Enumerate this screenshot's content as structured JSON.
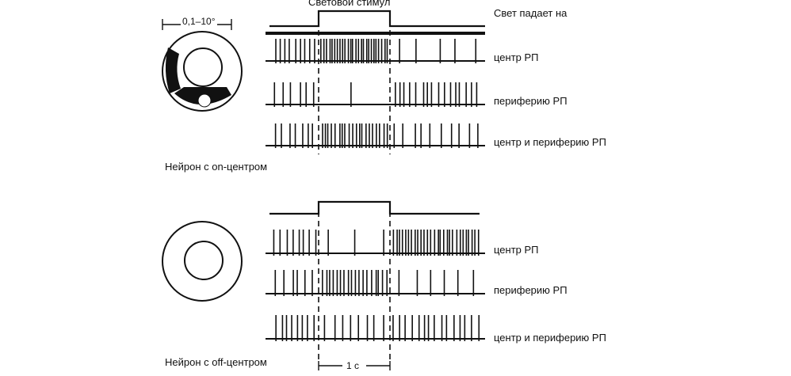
{
  "figure": {
    "stimulus_label": "Световой стимул",
    "light_falls_on": "Свет падает на",
    "field_size": "0,1–10°",
    "time_scale": "1 с",
    "panels": [
      {
        "id": "on",
        "neuron_label": "Нейрон с on-центром",
        "rows": [
          {
            "label": "центр РП",
            "spikes": {
              "pre": 9,
              "stim": 26,
              "post": 5
            }
          },
          {
            "label": "периферию РП",
            "spikes": {
              "pre": 6,
              "stim": 1,
              "post": 16
            }
          },
          {
            "label": "центр и периферию РП",
            "spikes": {
              "pre": 7,
              "stim": 20,
              "post": 10
            }
          }
        ]
      },
      {
        "id": "off",
        "neuron_label": "Нейрон с off-центром",
        "rows": [
          {
            "label": "центр РП",
            "spikes": {
              "pre": 8,
              "stim": 3,
              "post": 28
            }
          },
          {
            "label": "периферию РП",
            "spikes": {
              "pre": 6,
              "stim": 18,
              "post": 6
            }
          },
          {
            "label": "центр и периферию РП",
            "spikes": {
              "pre": 8,
              "stim": 8,
              "post": 15
            }
          }
        ]
      }
    ]
  }
}
